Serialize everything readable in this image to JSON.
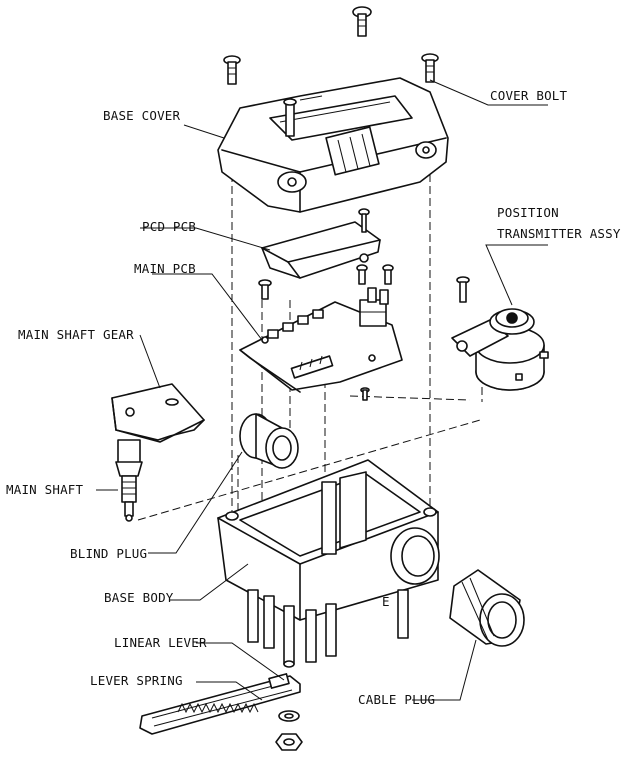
{
  "title": "",
  "labels": {
    "cover_bolt": "COVER BOLT",
    "base_cover": "BASE COVER",
    "pcd_pcb": "PCD PCB",
    "position_transmitter_line1": "POSITION",
    "position_transmitter_line2": "TRANSMITTER ASSY",
    "main_pcb": "MAIN PCB",
    "main_shaft_gear": "MAIN SHAFT GEAR",
    "main_shaft": "MAIN SHAFT",
    "blind_plug": "BLIND PLUG",
    "base_body": "BASE BODY",
    "linear_lever": "LINEAR LEVER",
    "lever_spring": "LEVER SPRING",
    "cable_plug": "CABLE PLUG"
  },
  "part_marks": {
    "base_body_letter": "E"
  },
  "colors": {
    "ink": "#111111",
    "paper": "#ffffff"
  }
}
